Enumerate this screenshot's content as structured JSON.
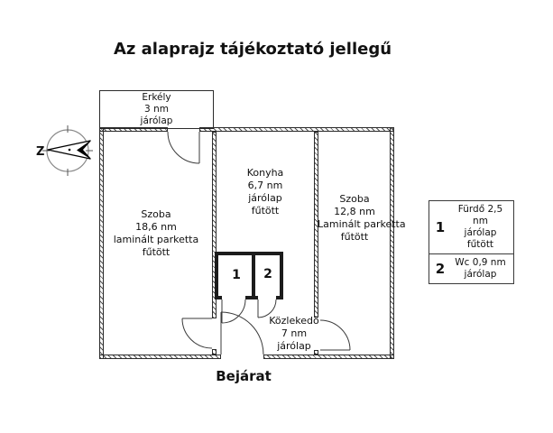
{
  "title": "Az alaprajz tájékoztató jellegű",
  "compass": {
    "label": "Z"
  },
  "rooms": {
    "balcony": {
      "lines": [
        "Erkély",
        "3 nm",
        "járólap"
      ]
    },
    "living": {
      "lines": [
        "Szoba",
        "18,6 nm",
        "laminált parketta",
        "fűtött"
      ]
    },
    "kitchen": {
      "lines": [
        "Konyha",
        "6,7 nm",
        "járólap",
        "fűtött"
      ]
    },
    "bedroom": {
      "lines": [
        "Szoba",
        "12,8 nm",
        "Laminált parketta",
        "fűtött"
      ]
    },
    "hallway": {
      "lines": [
        "Közlekedő",
        "7 nm",
        "járólap"
      ]
    },
    "bathroom_marker": "1",
    "wc_marker": "2"
  },
  "entrance_label": "Bejárat",
  "legend": {
    "items": [
      {
        "num": "1",
        "lines": [
          "Fürdő 2,5 nm",
          "járólap",
          "fűtött"
        ]
      },
      {
        "num": "2",
        "lines": [
          "Wc 0,9 nm",
          "járólap"
        ]
      }
    ]
  },
  "colors": {
    "line": "#1a1a1a",
    "wall_hatch": "#444",
    "compass_circle": "#888"
  }
}
